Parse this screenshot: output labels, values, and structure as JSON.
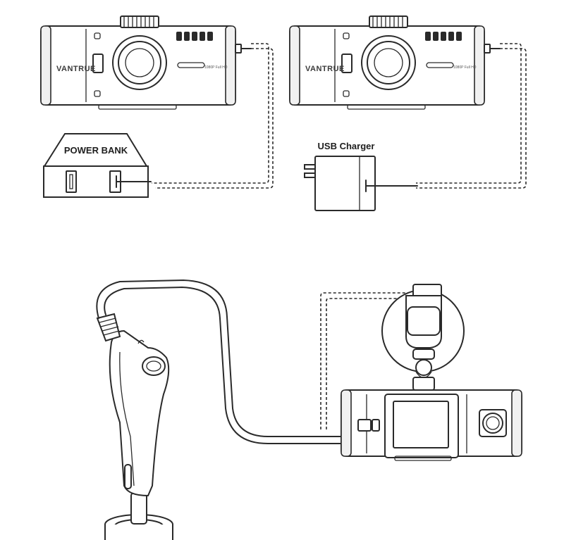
{
  "labels": {
    "power_bank": "POWER BANK",
    "usb_charger": "USB Charger"
  },
  "camera": {
    "brand": "VANTRUE",
    "resolution": "1080P Full HD"
  },
  "colors": {
    "line": "#2a2a2a",
    "background": "#ffffff"
  }
}
